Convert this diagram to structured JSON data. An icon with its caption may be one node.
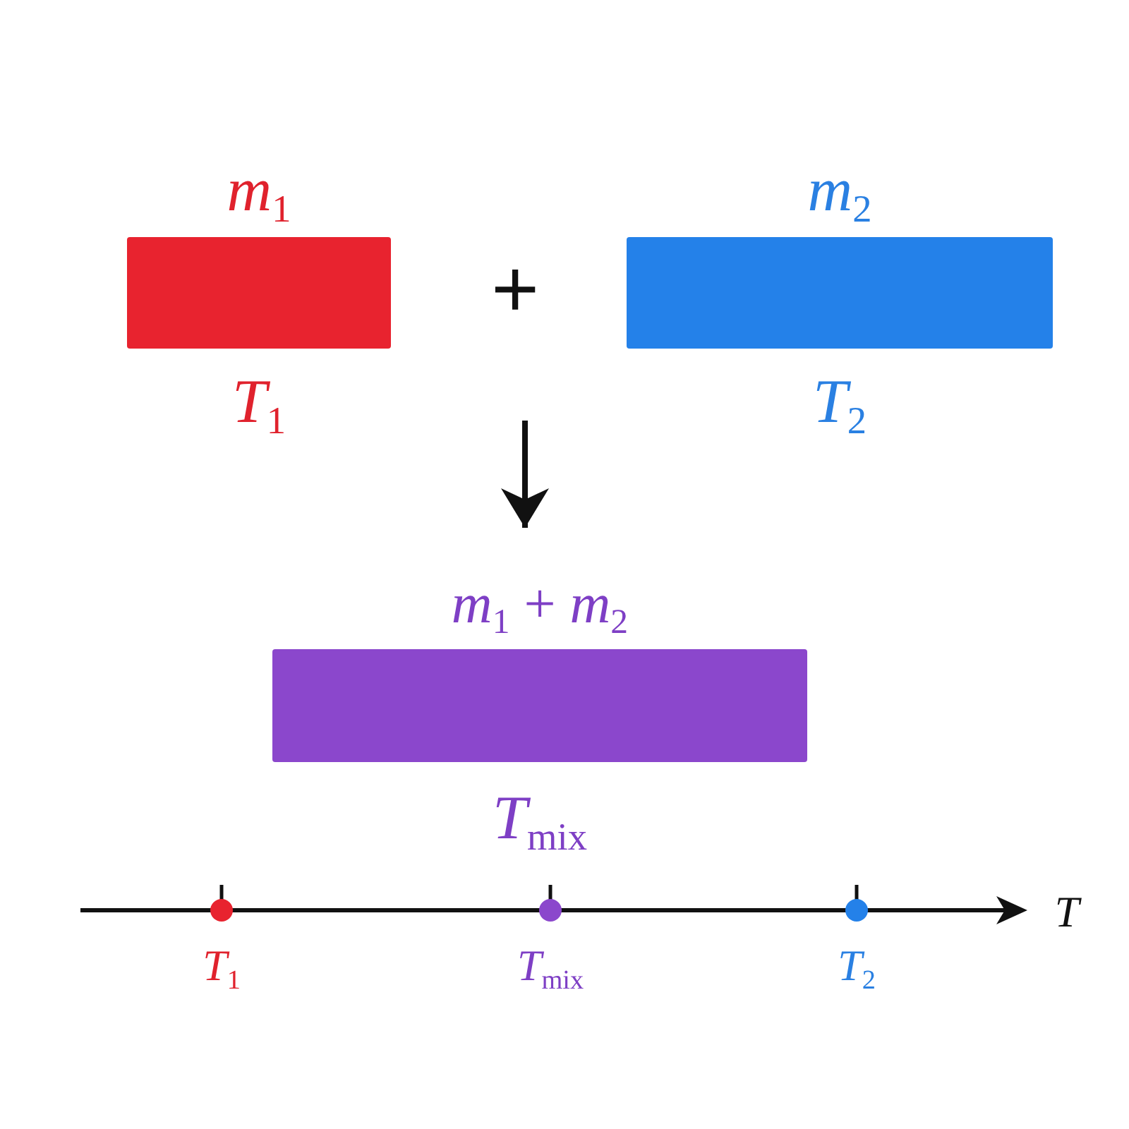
{
  "diagram": {
    "nodes": [
      {
        "text": [
          "*m*$_{1}$",
          "*T*$_{1}$"
        ]
      },
      {
        "text": [
          "*m*$_{2}$",
          "*T*$_{2}$"
        ]
      },
      {
        "text": [
          "*m*$_{1}$ + *m*$_{2}$",
          "*T*$_{mix}$"
        ]
      }
    ],
    "edges": [
      {
        "from": null,
        "to": 2,
        "arrow": "to"
      }
    ],
    "labels": [
      "+",
      "T",
      "*T*$_{1}$",
      "*T*$_{mix}$",
      "*T*$_{2}$"
    ]
  }
}
